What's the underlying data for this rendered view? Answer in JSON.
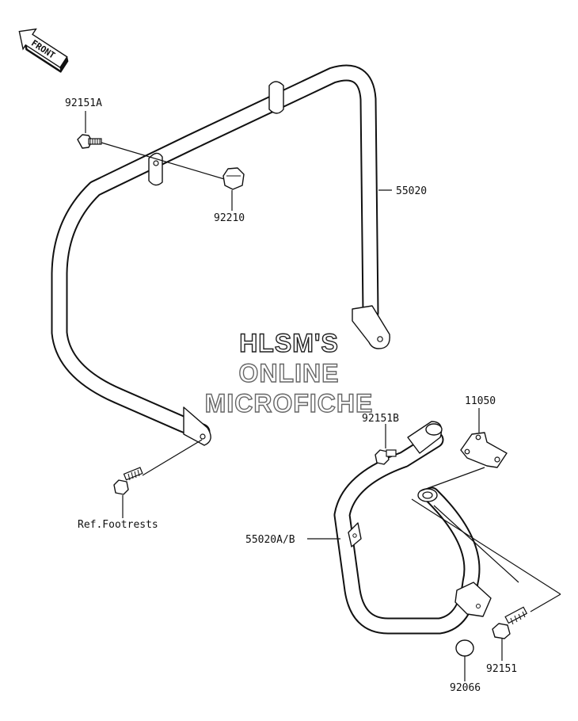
{
  "front_marker": {
    "text": "FRONT",
    "icon": "front-arrow-icon"
  },
  "watermark": {
    "line1": "HLSM'S",
    "line2": "ONLINE",
    "line3": "MICROFICHE"
  },
  "part_labels": {
    "bolt_upper": "92151A",
    "cap_nut": "92210",
    "front_guard": "55020",
    "bolt_footrest": "Ref.Footrests",
    "bolt_rear_upper": "92151B",
    "bracket": "11050",
    "rear_guard": "55020A/B",
    "bolt_rear_lower": "92151",
    "cap": "92066"
  }
}
